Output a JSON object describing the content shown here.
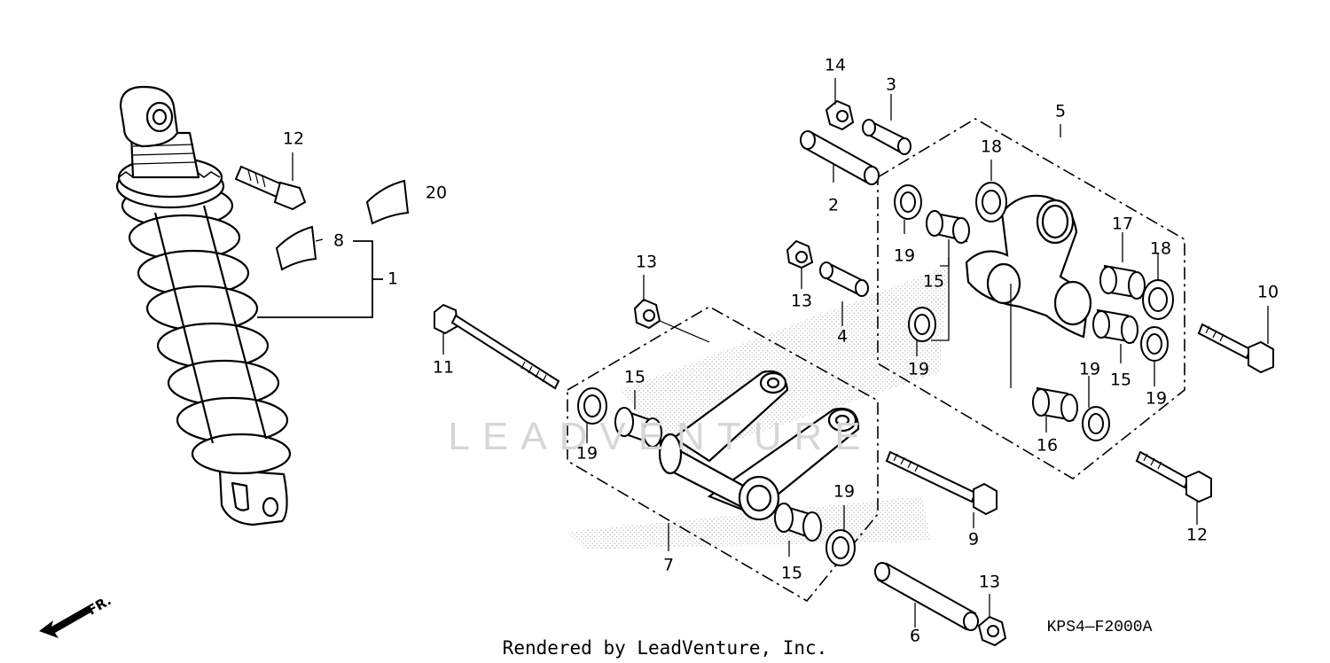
{
  "watermark": {
    "text": "LEADVENTURE"
  },
  "footer": {
    "credit": "Rendered by LeadVenture, Inc.",
    "diagram_code": "KPS4—F2000A"
  },
  "front_arrow": {
    "label": "FR."
  },
  "callouts": [
    {
      "id": "c14",
      "label": "14"
    },
    {
      "id": "c3",
      "label": "3"
    },
    {
      "id": "c5",
      "label": "5"
    },
    {
      "id": "c18a",
      "label": "18"
    },
    {
      "id": "c2",
      "label": "2"
    },
    {
      "id": "c19a",
      "label": "19"
    },
    {
      "id": "c15a",
      "label": "15"
    },
    {
      "id": "c17",
      "label": "17"
    },
    {
      "id": "c18b",
      "label": "18"
    },
    {
      "id": "c10",
      "label": "10"
    },
    {
      "id": "c13a",
      "label": "13"
    },
    {
      "id": "c4",
      "label": "4"
    },
    {
      "id": "c19b",
      "label": "19"
    },
    {
      "id": "c15b",
      "label": "15"
    },
    {
      "id": "c19c",
      "label": "19"
    },
    {
      "id": "c19d",
      "label": "19"
    },
    {
      "id": "c16",
      "label": "16"
    },
    {
      "id": "c12a",
      "label": "12"
    },
    {
      "id": "c20",
      "label": "20"
    },
    {
      "id": "c8",
      "label": "8"
    },
    {
      "id": "c1",
      "label": "1"
    },
    {
      "id": "c13b",
      "label": "13"
    },
    {
      "id": "c11",
      "label": "11"
    },
    {
      "id": "c15c",
      "label": "15"
    },
    {
      "id": "c19e",
      "label": "19"
    },
    {
      "id": "c19f",
      "label": "19"
    },
    {
      "id": "c15d",
      "label": "15"
    },
    {
      "id": "c7",
      "label": "7"
    },
    {
      "id": "c9",
      "label": "9"
    },
    {
      "id": "c12b",
      "label": "12"
    },
    {
      "id": "c13c",
      "label": "13"
    },
    {
      "id": "c6",
      "label": "6"
    }
  ]
}
